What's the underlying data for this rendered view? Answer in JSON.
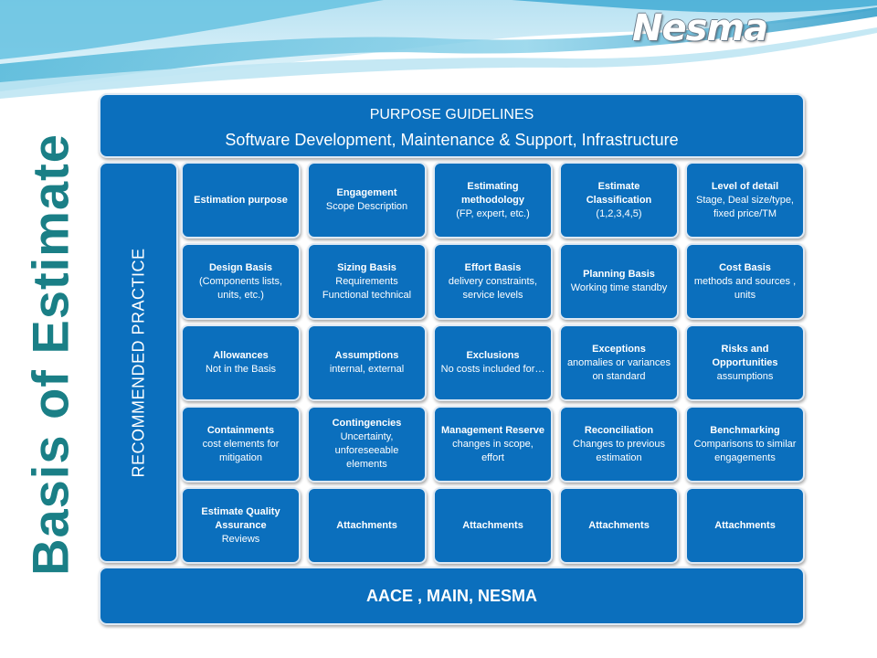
{
  "logo": {
    "text": "Nesma"
  },
  "side_title": "Basis of Estimate",
  "purpose": {
    "title": "PURPOSE GUIDELINES",
    "subtitle": "Software Development, Maintenance & Support, Infrastructure"
  },
  "recommended": "RECOMMENDED PRACTICE",
  "footer": "AACE , MAIN, NESMA",
  "colors": {
    "box": "#0b6fbd",
    "title": "#1a7f86"
  },
  "grid": [
    [
      {
        "title": "Estimation purpose",
        "body": ""
      },
      {
        "title": "Engagement",
        "body": "Scope Description"
      },
      {
        "title": "Estimating methodology",
        "body": "(FP, expert, etc.)"
      },
      {
        "title": "Estimate Classification",
        "body": "(1,2,3,4,5)"
      },
      {
        "title": "Level of detail",
        "body": "Stage, Deal size/type, fixed price/TM"
      }
    ],
    [
      {
        "title": "Design Basis",
        "body": "(Components lists, units, etc.)"
      },
      {
        "title": "Sizing Basis",
        "body": "Requirements Functional technical"
      },
      {
        "title": "Effort Basis",
        "body": "delivery constraints, service levels"
      },
      {
        "title": "Planning Basis",
        "body": "Working time standby"
      },
      {
        "title": "Cost Basis",
        "body": "methods and sources , units"
      }
    ],
    [
      {
        "title": "Allowances",
        "body": "Not in the Basis"
      },
      {
        "title": "Assumptions",
        "body": "internal, external"
      },
      {
        "title": "Exclusions",
        "body": "No costs included for…"
      },
      {
        "title": "Exceptions",
        "body": "anomalies or variances on standard"
      },
      {
        "title": "Risks and Opportunities",
        "body": "assumptions"
      }
    ],
    [
      {
        "title": "Containments",
        "body": "cost elements for mitigation"
      },
      {
        "title": "Contingencies",
        "body": "Uncertainty, unforeseeable elements"
      },
      {
        "title": "Management Reserve",
        "body": "changes in scope, effort"
      },
      {
        "title": "Reconciliation",
        "body": "Changes to previous estimation"
      },
      {
        "title": "Benchmarking",
        "body": "Comparisons to similar engagements"
      }
    ],
    [
      {
        "title": "Estimate Quality Assurance",
        "body": "Reviews"
      },
      {
        "title": "Attachments",
        "body": ""
      },
      {
        "title": "Attachments",
        "body": ""
      },
      {
        "title": "Attachments",
        "body": ""
      },
      {
        "title": "Attachments",
        "body": ""
      }
    ]
  ]
}
